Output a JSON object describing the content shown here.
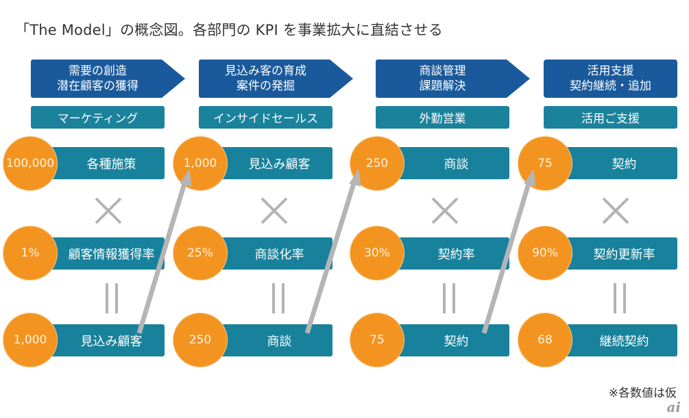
{
  "title": "「The Model」の概念図。各部門の KPI を事業拡大に直結させる",
  "colors": {
    "stage_header": "#1a5a9c",
    "department": "#1b829c",
    "kpi_bar": "#18829c",
    "kpi_circle": "#f49420",
    "operator": "#b3b3b3",
    "flow_arrow": "#b5b5b5"
  },
  "columns": [
    {
      "stage": [
        "需要の創造",
        "潜在顧客の獲得"
      ],
      "department": "マーケティング",
      "rows": [
        {
          "value": "100,000",
          "label": "各種施策"
        },
        {
          "value": "1%",
          "label": "顧客情報獲得率"
        },
        {
          "value": "1,000",
          "label": "見込み顧客"
        }
      ],
      "operators": [
        "×",
        "="
      ]
    },
    {
      "stage": [
        "見込み客の育成",
        "案件の発掘"
      ],
      "department": "インサイドセールス",
      "rows": [
        {
          "value": "1,000",
          "label": "見込み顧客"
        },
        {
          "value": "25%",
          "label": "商談化率"
        },
        {
          "value": "250",
          "label": "商談"
        }
      ],
      "operators": [
        "×",
        "="
      ]
    },
    {
      "stage": [
        "商談管理",
        "課題解決"
      ],
      "department": "外勤営業",
      "rows": [
        {
          "value": "250",
          "label": "商談"
        },
        {
          "value": "30%",
          "label": "契約率"
        },
        {
          "value": "75",
          "label": "契約"
        }
      ],
      "operators": [
        "×",
        "="
      ]
    },
    {
      "stage": [
        "活用支援",
        "契約継続・追加"
      ],
      "department": "活用ご支援",
      "rows": [
        {
          "value": "75",
          "label": "契約"
        },
        {
          "value": "90%",
          "label": "契約更新率"
        },
        {
          "value": "68",
          "label": "継続契約"
        }
      ],
      "operators": [
        "×",
        "="
      ]
    }
  ],
  "flow_arrows": [
    {
      "from": "column-1-result",
      "to": "column-2-input"
    },
    {
      "from": "column-2-result",
      "to": "column-3-input"
    },
    {
      "from": "column-3-result",
      "to": "column-4-input"
    }
  ],
  "footnote": "※各数値は仮",
  "watermark": "ai"
}
